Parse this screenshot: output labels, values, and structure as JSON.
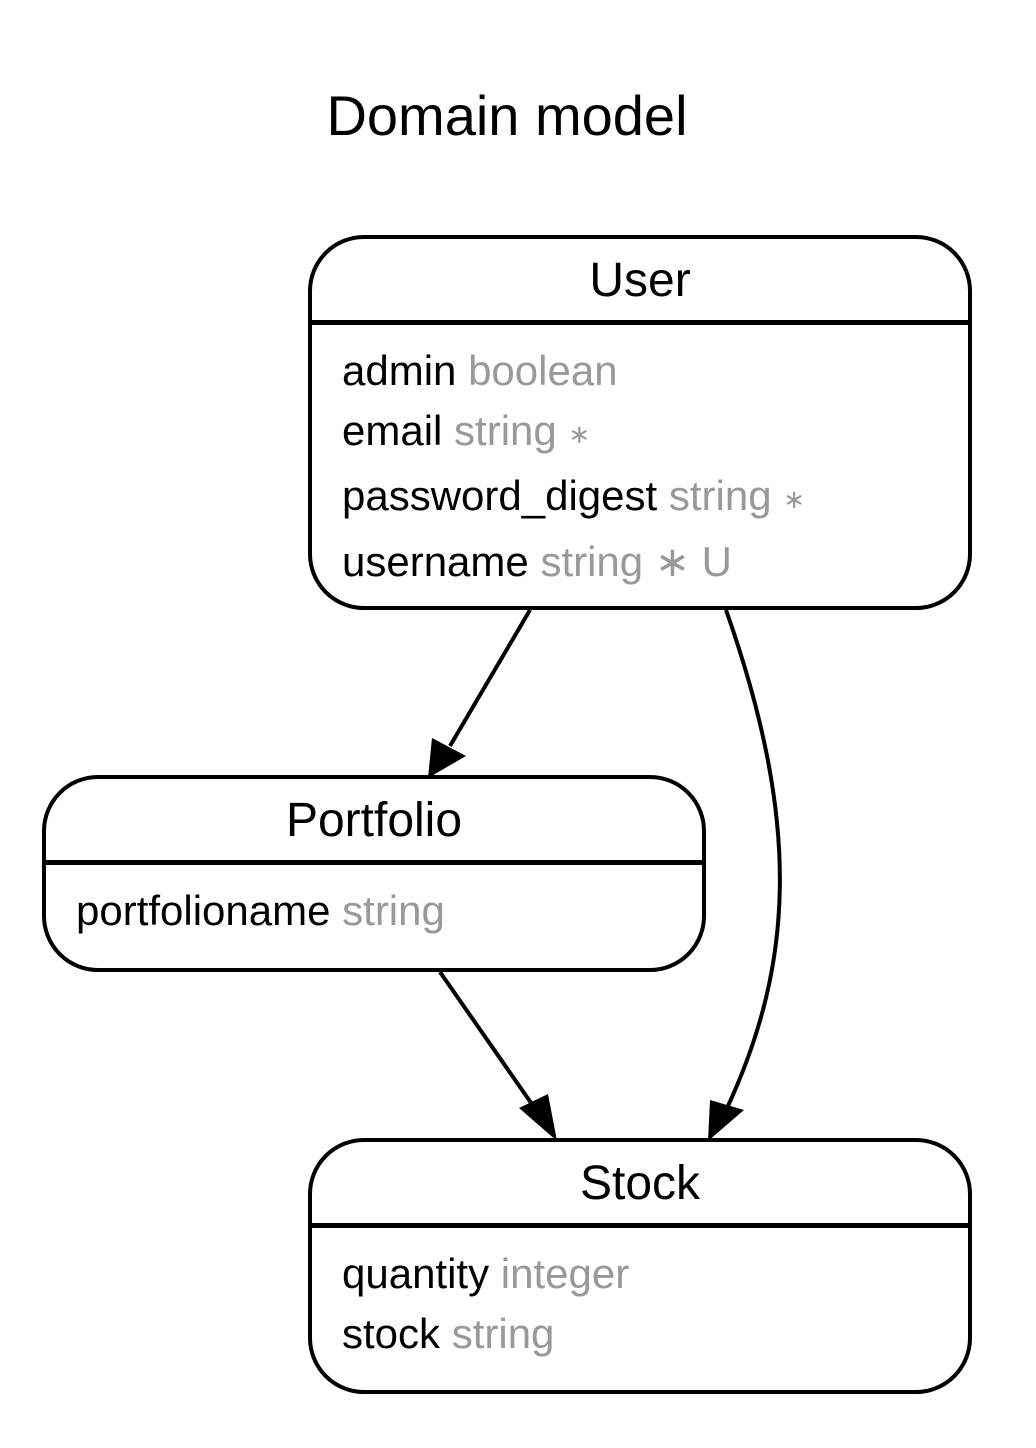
{
  "title": "Domain model",
  "entities": {
    "user": {
      "name": "User",
      "attributes": [
        {
          "name": "admin",
          "type": "boolean",
          "flags": ""
        },
        {
          "name": "email",
          "type": "string",
          "flags": "∗"
        },
        {
          "name": "password_digest",
          "type": "string",
          "flags": "∗"
        },
        {
          "name": "username",
          "type": "string",
          "flags": "∗ U"
        }
      ]
    },
    "portfolio": {
      "name": "Portfolio",
      "attributes": [
        {
          "name": "portfolioname",
          "type": "string",
          "flags": ""
        }
      ]
    },
    "stock": {
      "name": "Stock",
      "attributes": [
        {
          "name": "quantity",
          "type": "integer",
          "flags": ""
        },
        {
          "name": "stock",
          "type": "string",
          "flags": ""
        }
      ]
    }
  },
  "relations": [
    {
      "from": "User",
      "to": "Portfolio"
    },
    {
      "from": "User",
      "to": "Stock"
    },
    {
      "from": "Portfolio",
      "to": "Stock"
    }
  ]
}
